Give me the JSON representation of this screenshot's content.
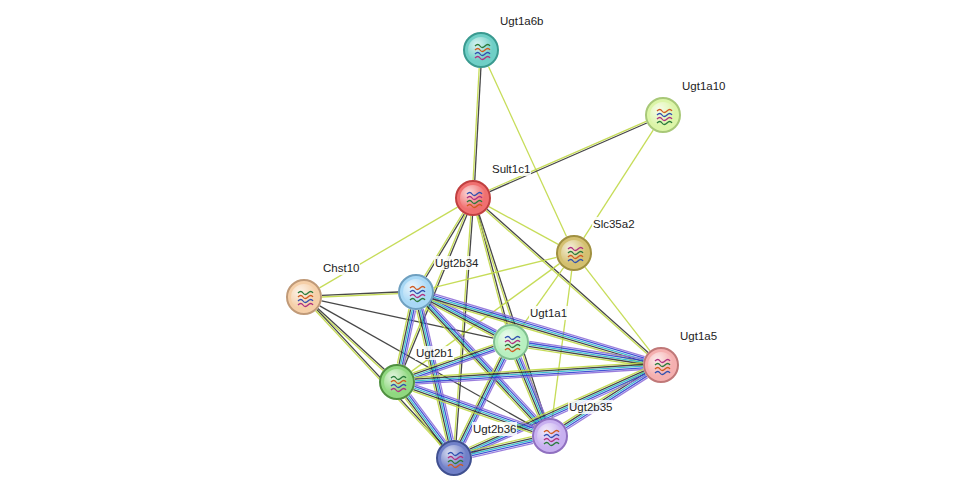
{
  "diagram": {
    "nodes": [
      {
        "text": [
          "Ugt1a6b"
        ]
      },
      {
        "text": [
          "Ugt1a10"
        ]
      },
      {
        "text": [
          "Sult1c1"
        ]
      },
      {
        "text": [
          "Slc35a2"
        ]
      },
      {
        "text": [
          "Chst10"
        ]
      },
      {
        "text": [
          "Ugt2b34"
        ]
      },
      {
        "text": [
          "Ugt1a1"
        ]
      },
      {
        "text": [
          "Ugt1a5"
        ]
      },
      {
        "text": [
          "Ugt2b1"
        ]
      },
      {
        "text": [
          "Ugt2b35"
        ]
      },
      {
        "text": [
          "Ugt2b36"
        ]
      }
    ],
    "edges": [
      {
        "from": 0,
        "to": 2,
        "arrow": "none"
      },
      {
        "from": 0,
        "to": 3,
        "arrow": "none"
      },
      {
        "from": 1,
        "to": 2,
        "arrow": "none"
      },
      {
        "from": 1,
        "to": 3,
        "arrow": "none"
      },
      {
        "from": 2,
        "to": 4,
        "arrow": "none"
      },
      {
        "from": 2,
        "to": 3,
        "arrow": "none"
      },
      {
        "from": 2,
        "to": 5,
        "arrow": "none"
      },
      {
        "from": 2,
        "to": 6,
        "arrow": "none"
      },
      {
        "from": 2,
        "to": 7,
        "arrow": "none"
      },
      {
        "from": 2,
        "to": 8,
        "arrow": "none"
      },
      {
        "from": 2,
        "to": 9,
        "arrow": "none"
      },
      {
        "from": 2,
        "to": 10,
        "arrow": "none"
      },
      {
        "from": 3,
        "to": 5,
        "arrow": "none"
      },
      {
        "from": 3,
        "to": 6,
        "arrow": "none"
      },
      {
        "from": 3,
        "to": 7,
        "arrow": "none"
      },
      {
        "from": 3,
        "to": 8,
        "arrow": "none"
      },
      {
        "from": 3,
        "to": 9,
        "arrow": "none"
      },
      {
        "from": 4,
        "to": 5,
        "arrow": "none"
      },
      {
        "from": 4,
        "to": 8,
        "arrow": "none"
      },
      {
        "from": 4,
        "to": 10,
        "arrow": "none"
      },
      {
        "from": 4,
        "to": 9,
        "arrow": "none"
      },
      {
        "from": 4,
        "to": 6,
        "arrow": "none"
      },
      {
        "from": 5,
        "to": 6,
        "arrow": "none"
      },
      {
        "from": 5,
        "to": 7,
        "arrow": "none"
      },
      {
        "from": 5,
        "to": 8,
        "arrow": "none"
      },
      {
        "from": 5,
        "to": 9,
        "arrow": "none"
      },
      {
        "from": 5,
        "to": 10,
        "arrow": "none"
      },
      {
        "from": 6,
        "to": 7,
        "arrow": "none"
      },
      {
        "from": 6,
        "to": 8,
        "arrow": "none"
      },
      {
        "from": 6,
        "to": 9,
        "arrow": "none"
      },
      {
        "from": 6,
        "to": 10,
        "arrow": "none"
      },
      {
        "from": 7,
        "to": 8,
        "arrow": "none"
      },
      {
        "from": 7,
        "to": 9,
        "arrow": "none"
      },
      {
        "from": 7,
        "to": 10,
        "arrow": "none"
      },
      {
        "from": 8,
        "to": 9,
        "arrow": "none"
      },
      {
        "from": 8,
        "to": 10,
        "arrow": "none"
      },
      {
        "from": 9,
        "to": 10,
        "arrow": "none"
      }
    ]
  }
}
